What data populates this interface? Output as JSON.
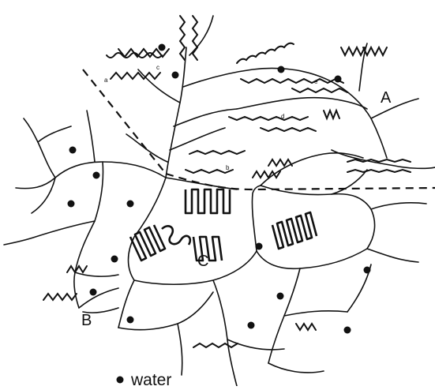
{
  "diagram": {
    "region_labels": [
      "A",
      "B",
      "C"
    ],
    "small_labels": [
      "a",
      "b",
      "c",
      "d",
      "e"
    ],
    "legend": {
      "symbol": "water-dot",
      "label": "water"
    },
    "colors": {
      "ink": "#111111",
      "background": "#ffffff"
    }
  }
}
